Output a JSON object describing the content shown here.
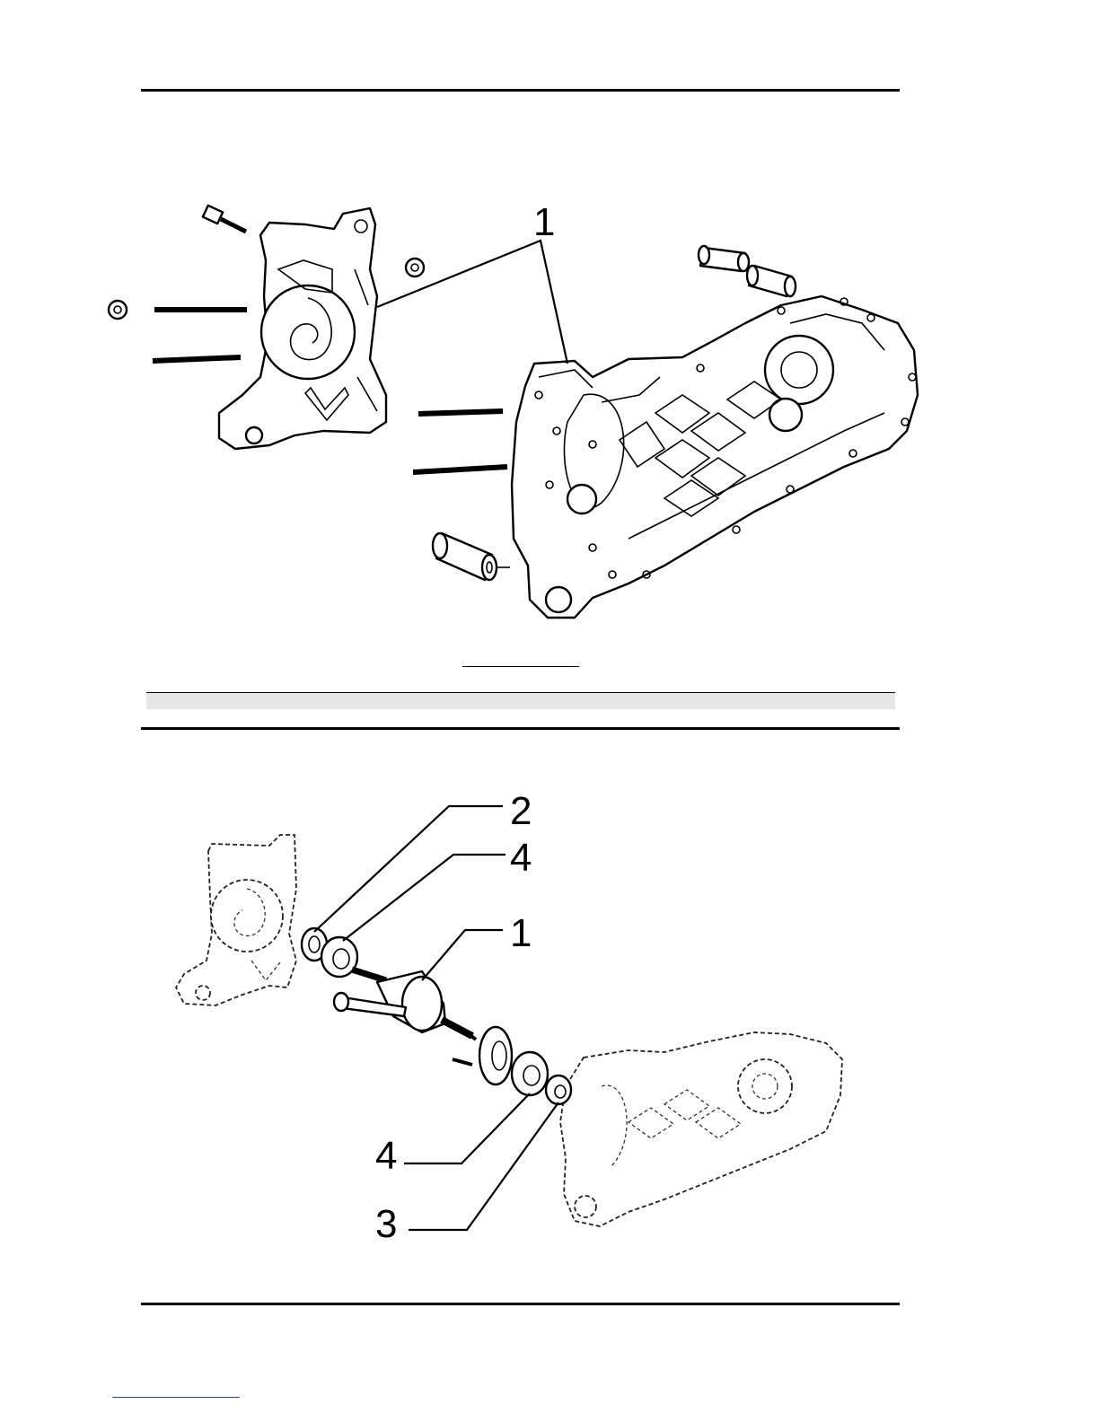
{
  "figure1": {
    "callouts": [
      "1"
    ]
  },
  "figure2": {
    "callouts": [
      "2",
      "4",
      "1",
      "4",
      "3"
    ]
  }
}
